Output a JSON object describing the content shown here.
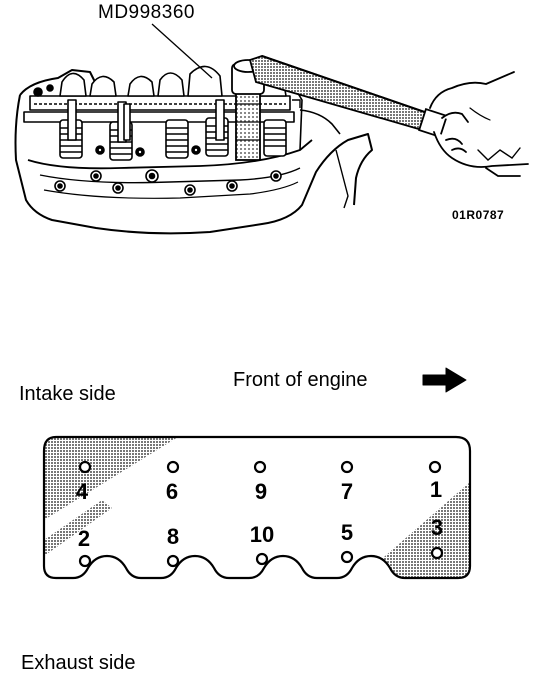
{
  "tool_label": "MD998360",
  "figure_code": "01R0787",
  "intake_label": "Intake side",
  "front_label": "Front of engine",
  "exhaust_label": "Exhaust side",
  "tightening_sequence": {
    "upper_row": [
      "4",
      "6",
      "9",
      "7",
      "1"
    ],
    "lower_row": [
      "2",
      "8",
      "10",
      "5",
      "3"
    ]
  },
  "icons": [
    "arrow-right-icon",
    "wrench-icon",
    "hand-icon"
  ],
  "colors": {
    "ink": "#000000",
    "paper": "#ffffff",
    "shade": "#8a8a8a"
  }
}
